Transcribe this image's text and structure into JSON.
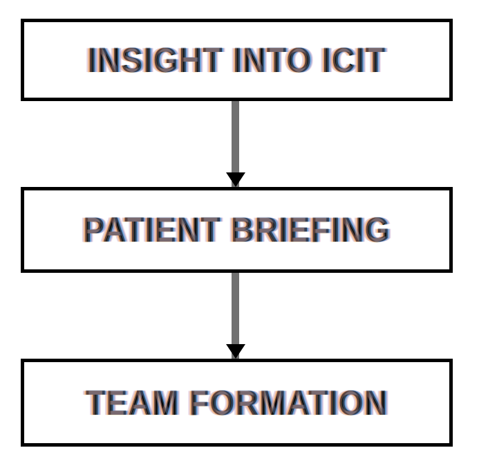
{
  "diagram": {
    "type": "vertical-flowchart",
    "orientation": "top-to-bottom",
    "background_color": "#FFFFFF",
    "box_border_color": "#000000",
    "box_fill_color": "#FFFFFF",
    "arrow_shaft_color": "#707070",
    "arrow_head_color": "#000000",
    "text_base_color": "#000000",
    "text_fringe_colors": [
      "#F5B45A",
      "#1A7FC8",
      "#7FD4F0",
      "#7B2D8E",
      "#BE2878",
      "#000000"
    ],
    "nodes": [
      {
        "id": "node-1",
        "label": "INSIGHT INTO ICIT"
      },
      {
        "id": "node-2",
        "label": "PATIENT BRIEFING"
      },
      {
        "id": "node-3",
        "label": "TEAM FORMATION"
      }
    ],
    "connectors": [
      {
        "id": "connector-1",
        "from": "node-1",
        "to": "node-2",
        "style": "arrow-down"
      },
      {
        "id": "connector-2",
        "from": "node-2",
        "to": "node-3",
        "style": "arrow-down"
      }
    ]
  }
}
